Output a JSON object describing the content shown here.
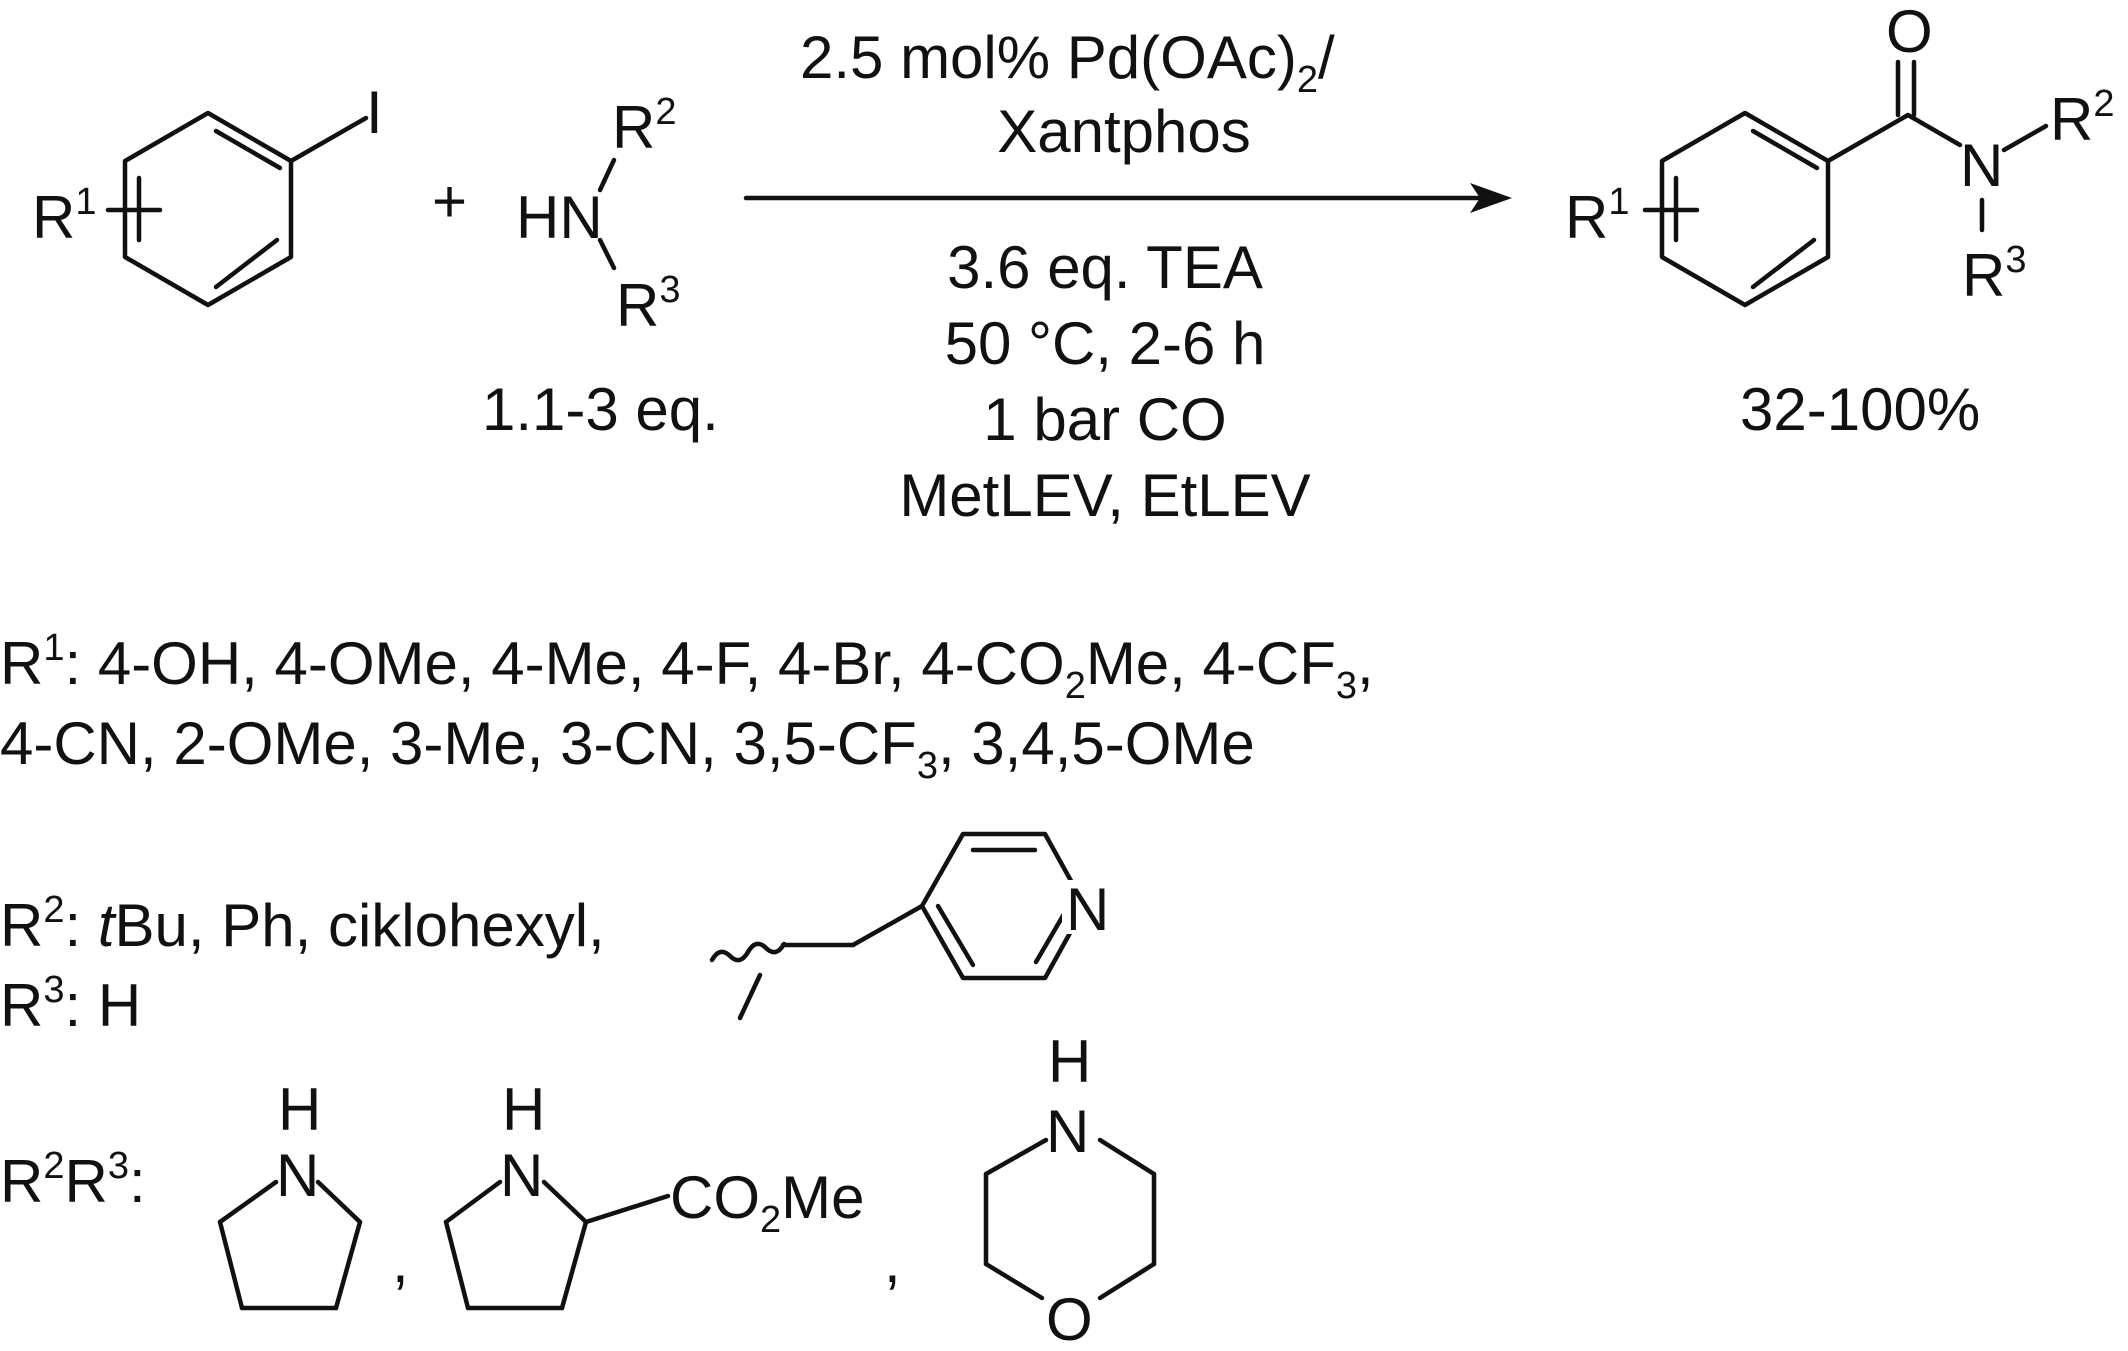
{
  "reagent_amine_equiv": "1.1-3 eq.",
  "plus_sign": "+",
  "conditions": {
    "catalyst_prefix": "2.5 mol% Pd(OAc)",
    "catalyst_sub": "2",
    "catalyst_suffix": "/",
    "ligand": "Xantphos",
    "base": "3.6 eq. TEA",
    "temp_time": "50 °C, 2-6 h",
    "pressure": "1 bar CO",
    "solvent": "MetLEV, EtLEV"
  },
  "yield": "32-100%",
  "atoms": {
    "R": "R",
    "one": "1",
    "two": "2",
    "three": "3",
    "iodine": "I",
    "HN": "HN",
    "N": "N",
    "O": "O",
    "H": "H"
  },
  "r1_list": {
    "label": "R",
    "label_sup": "1",
    "line1_a": ": 4-OH, 4-OMe, 4-Me, 4-F, 4-Br, 4-CO",
    "line1_sub": "2",
    "line1_b": "Me, 4-CF",
    "line1_sub2": "3",
    "line1_c": ",",
    "line2_a": "4-CN, 2-OMe, 3-Me, 3-CN, 3,5-CF",
    "line2_sub": "3",
    "line2_b": ", 3,4,5-OMe"
  },
  "r2_list": {
    "label_sup": "2",
    "italic_t": "t",
    "text": "Bu, Ph, ciklohexyl,",
    "colon": ": "
  },
  "r3_list": {
    "label_sup": "3",
    "text": ": H"
  },
  "r2r3_list": {
    "colon": ":",
    "co2me_a": "CO",
    "co2me_sub": "2",
    "co2me_b": "Me",
    "comma": ","
  }
}
